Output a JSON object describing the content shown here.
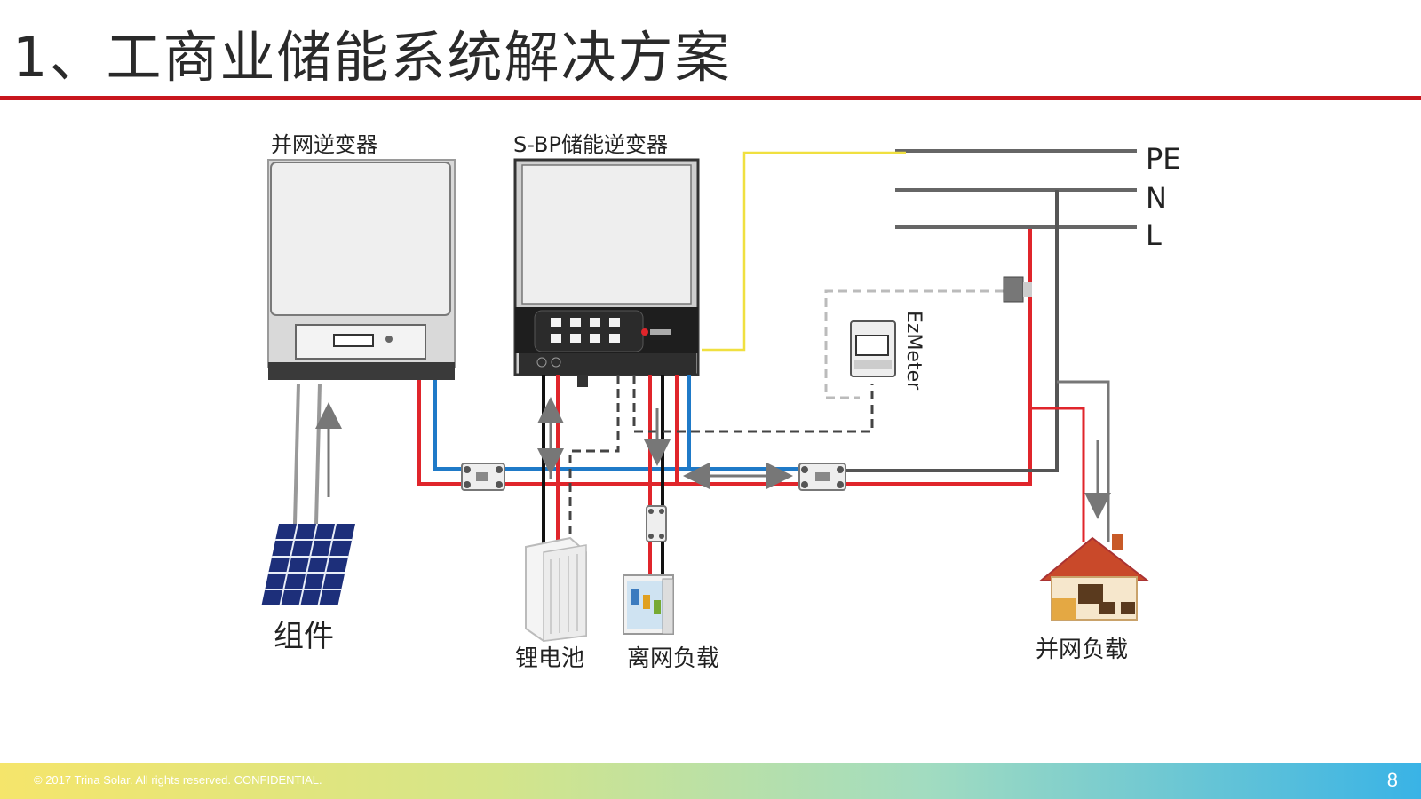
{
  "slide": {
    "title": "1、工商业储能系统解决方案",
    "page_number": "8",
    "footer": "© 2017 Trina Solar. All rights reserved. CONFIDENTIAL."
  },
  "labels": {
    "grid_inverter": "并网逆变器",
    "storage_inverter": "S-BP储能逆变器",
    "pe": "PE",
    "n": "N",
    "l": "L",
    "meter": "EzMeter",
    "pv_module": "组件",
    "battery": "锂电池",
    "offgrid_load": "离网负载",
    "grid_load": "并网负载"
  },
  "colors": {
    "accent": "#c8161d",
    "live_wire": "#e0252b",
    "neutral_wire": "#1f7ac8",
    "signal_wire": "#f0e040",
    "ground_wire": "#555555"
  }
}
